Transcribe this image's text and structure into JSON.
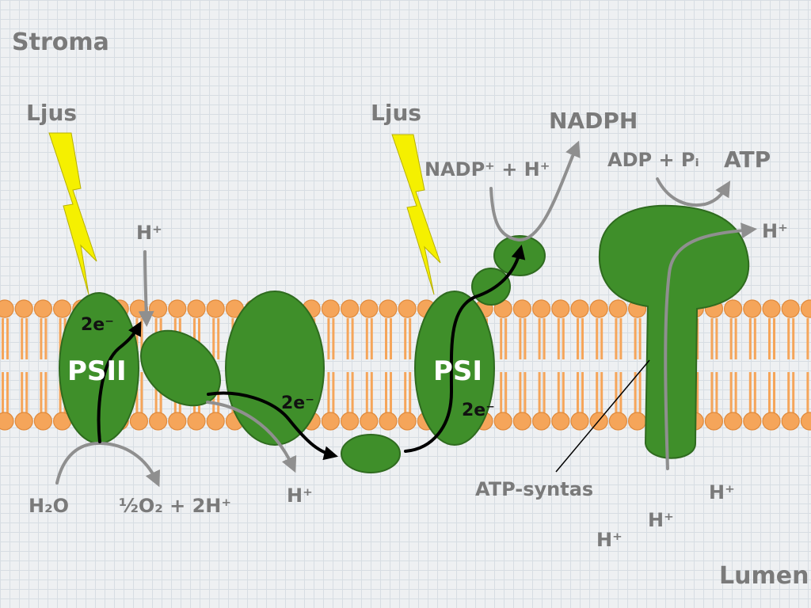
{
  "labels": {
    "stroma": "Stroma",
    "lumen": "Lumen",
    "light_1": "Ljus",
    "light_2": "Ljus",
    "psii": "PSII",
    "psi": "PSI",
    "e_psii": "2e⁻",
    "e_cyt": "2e⁻",
    "e_psi": "2e⁻",
    "h_stroma_in": "H⁺",
    "h2o": "H₂O",
    "o2_products": "½O₂ + 2H⁺",
    "h_lumen_out": "H⁺",
    "nadp": "NADP⁺ + H⁺",
    "nadph": "NADPH",
    "adp": "ADP + Pᵢ",
    "atp": "ATP",
    "h_stroma_out": "H⁺",
    "atp_synthase": "ATP-syntas",
    "h_lumen_1": "H⁺",
    "h_lumen_2": "H⁺",
    "h_lumen_3": "H⁺"
  },
  "colors": {
    "protein": "#3f8f2a",
    "lipid": "#f5a55a",
    "lightning": "#f5f000",
    "label": "#7a7a7a"
  }
}
